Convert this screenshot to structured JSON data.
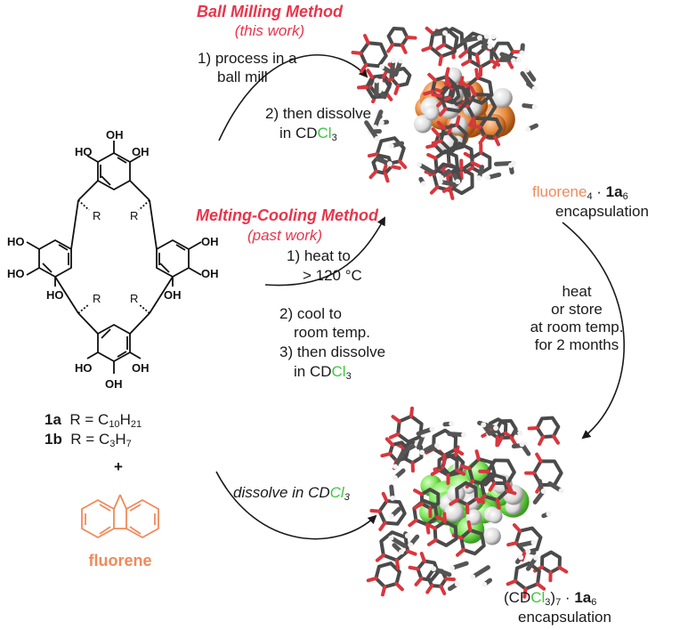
{
  "methods": {
    "ball_milling": {
      "title": "Ball Milling Method",
      "subtitle": "(this work)",
      "step1": "1) process in a",
      "step1b": "ball mill",
      "step2": "2) then dissolve",
      "step2b_pre": "in CD",
      "step2b_cl": "Cl",
      "step2b_sub": "3"
    },
    "melting_cooling": {
      "title": "Melting-Cooling Method",
      "subtitle": "(past work)",
      "step1": "1) heat to",
      "step1b": "> 120 °C",
      "step2": "2) cool to",
      "step2b": "room temp.",
      "step3": "3) then dissolve",
      "step3b_pre": "in CD",
      "step3b_cl": "Cl",
      "step3b_sub": "3"
    },
    "dissolve": {
      "pre": "dissolve in CD",
      "cl": "Cl",
      "sub": "3"
    }
  },
  "conversion": {
    "line1": "heat",
    "line2": "or store",
    "line3": "at room temp.",
    "line4": "for 2 months"
  },
  "products": {
    "fluorene_complex": {
      "name": "fluorene",
      "sub1": "4",
      "dot": " · ",
      "host": "1a",
      "sub2": "6",
      "label": "encapsulation"
    },
    "cdcl3_complex": {
      "open": "(CD",
      "cl": "Cl",
      "close": "3",
      "paren": ")",
      "sub1": "7",
      "dot": " · ",
      "host": "1a",
      "sub2": "6",
      "label": "encapsulation"
    }
  },
  "compounds": {
    "c1a_id": "1a",
    "c1a_r": "R = C",
    "c1a_n1": "10",
    "c1a_h": "H",
    "c1a_n2": "21",
    "c1b_id": "1b",
    "c1b_r": "R = C",
    "c1b_n1": "3",
    "c1b_h": "H",
    "c1b_n2": "7",
    "plus": "+",
    "fluorene_label": "fluorene"
  },
  "molecule_labels": {
    "oh": "OH",
    "ho": "HO",
    "r": "R"
  },
  "colors": {
    "accent_red": "#e8354b",
    "fluorene_orange": "#f08a5b",
    "chlorine_green": "#3ec73e",
    "cage_gray": "#555555",
    "oxygen_red": "#d9363e"
  }
}
